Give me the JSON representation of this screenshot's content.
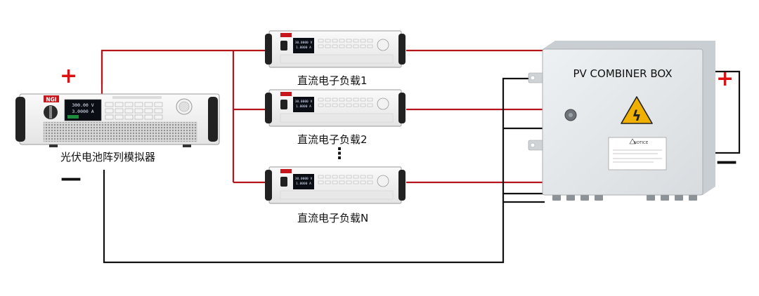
{
  "simulator": {
    "label": "光伏电池阵列模拟器",
    "display_voltage": "300.00 V",
    "display_current": "3.0000 A",
    "brand": "NGI"
  },
  "loads": [
    {
      "label": "直流电子负载1",
      "display_line1": "30.0000 V",
      "display_line2": "1.0000 A"
    },
    {
      "label": "直流电子负载2",
      "display_line1": "30.0000 V",
      "display_line2": "1.0000 A"
    },
    {
      "label": "直流电子负载N",
      "display_line1": "30.0000 V",
      "display_line2": "1.0000 A"
    }
  ],
  "ellipsis": "⋮",
  "combiner": {
    "title": "PV  COMBINER  BOX",
    "notice_title": "NOTICE",
    "warning_glyph": "ϟ"
  },
  "signs": {
    "plus": "+",
    "minus": "—"
  },
  "colors": {
    "positive_wire": "#b5161b",
    "negative_wire": "#111111",
    "plus_sign": "#e01010",
    "box_body": "#e6e9ec",
    "warning": "#f0b000"
  }
}
